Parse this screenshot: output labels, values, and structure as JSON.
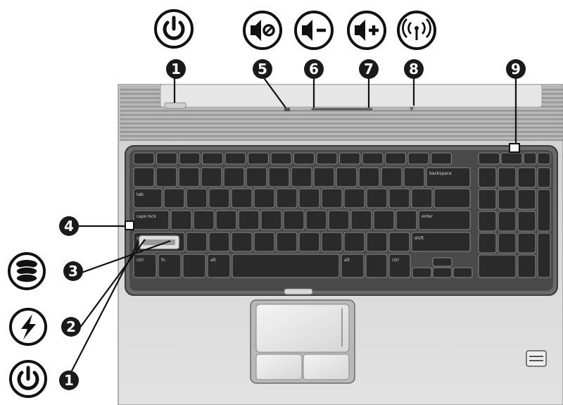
{
  "callouts": [
    {
      "number": "1",
      "icon": "power-icon",
      "part": "power-button"
    },
    {
      "number": "5",
      "icon": "volume-mute-icon",
      "part": "mute-button"
    },
    {
      "number": "6",
      "icon": "volume-down-icon",
      "part": "volume-down-zone"
    },
    {
      "number": "7",
      "icon": "volume-up-icon",
      "part": "volume-up-zone"
    },
    {
      "number": "8",
      "icon": "wireless-icon",
      "part": "wireless-button"
    },
    {
      "number": "9",
      "icon": "",
      "part": "num-lock-light"
    },
    {
      "number": "4",
      "icon": "",
      "part": "caps-lock-light"
    },
    {
      "number": "3",
      "icon": "drive-icon",
      "part": "drive-light"
    },
    {
      "number": "2",
      "icon": "battery-charge-icon",
      "part": "battery-light"
    },
    {
      "number": "1",
      "icon": "power-icon",
      "part": "power-light"
    }
  ],
  "keyboard": {
    "backspace_label": "backspace",
    "enter_label": "enter",
    "shift_label": "shift",
    "caps_label": "caps lock",
    "tab_label": "tab",
    "ctrl_label": "ctrl",
    "fn_label": "fn",
    "alt_label": "alt"
  },
  "colors": {
    "callout_fill": "#1a1a1a",
    "callout_text": "#ffffff",
    "chassis": "#c4c4c4",
    "key": "#2a2a2a",
    "keyboard_bezel": "#5a5a5a"
  }
}
